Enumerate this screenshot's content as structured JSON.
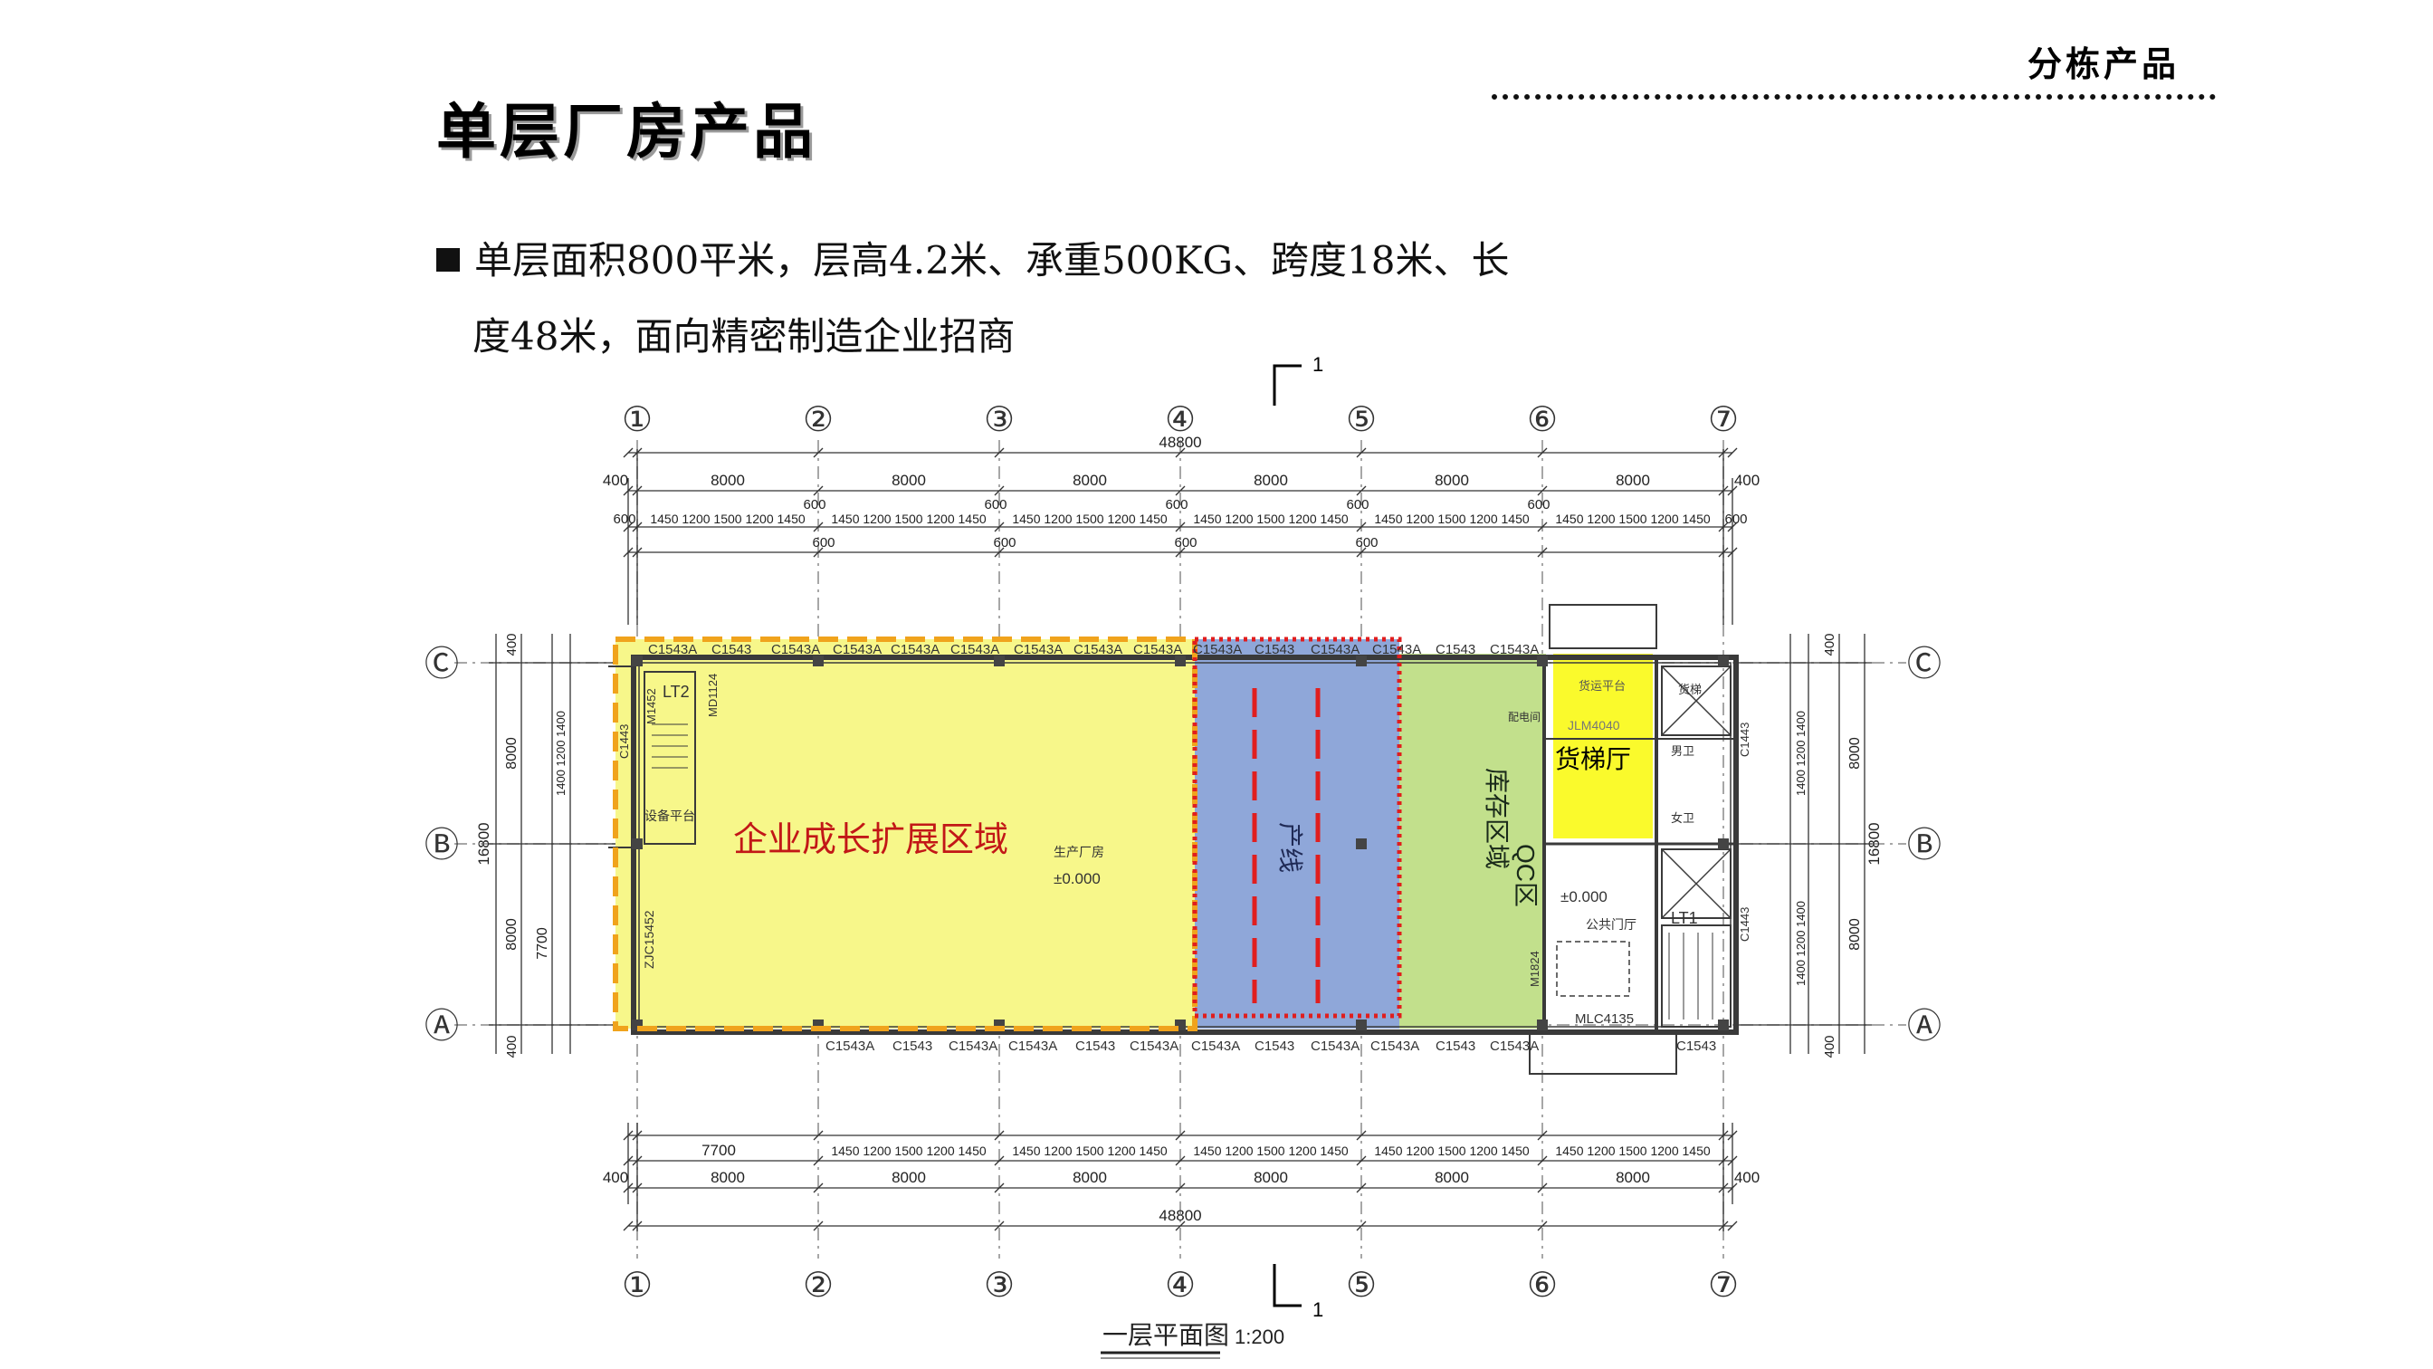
{
  "header": {
    "section_tag": "分栋产品",
    "page_title": "单层厂房产品"
  },
  "description": {
    "line1": "单层面积800平米，层高4.2米、承重500KG、跨度18米、长",
    "line2": "度48米，面向精密制造企业招商"
  },
  "plan": {
    "section_mark": "1",
    "axis_numbers": [
      "①",
      "②",
      "③",
      "④",
      "⑤",
      "⑥",
      "⑦"
    ],
    "axis_letters": [
      "Ⓒ",
      "Ⓑ",
      "Ⓐ"
    ],
    "total_length": "48800",
    "total_width": "16800",
    "bay_dims": [
      "8000",
      "8000",
      "8000",
      "8000",
      "8000",
      "8000"
    ],
    "edge_dim": "400",
    "half_dim": "600",
    "top_detail": "1450 1200 1500 1200 1450",
    "bottom_first": "7700",
    "row_dims": [
      "8000",
      "8000"
    ],
    "row_dim_inner": "7700",
    "side_detail": "1400 1200 1400",
    "zones": {
      "expansion": "企业成长扩展区域",
      "production_line": "产线",
      "storage": "库存区域",
      "qc": "QC区",
      "freight_hall": "货梯厅"
    },
    "labels": {
      "workshop": "生产厂房",
      "elevation": "±0.000",
      "stair_lt2": "LT2",
      "stair_lt1": "LT1",
      "equipment_platform": "设备平台",
      "loading_platform": "货运平台",
      "distribution_room": "配电间",
      "public_hall": "公共门厅",
      "freight_elevator": "货梯",
      "toilet_m": "男卫",
      "toilet_f": "女卫",
      "door_jlm": "JLM4040",
      "door_mlc": "MLC4135",
      "door_m1824": "M1824",
      "door_m1452": "M1452",
      "door_md1124": "MD1124",
      "wall_c1443": "C1443",
      "win_zjc": "ZJC15452",
      "win_a": "C1543A",
      "win_b": "C1543"
    },
    "caption": "一层平面图",
    "scale": "1:200"
  },
  "colors": {
    "expansion_fill": "#f7f78a",
    "expansion_border": "#f0a31c",
    "line_fill": "#8fa7d9",
    "line_border": "#e01e1e",
    "storage_fill": "#c2e08c",
    "hall_fill": "#fafa2c",
    "zone_text": "#c21717"
  }
}
